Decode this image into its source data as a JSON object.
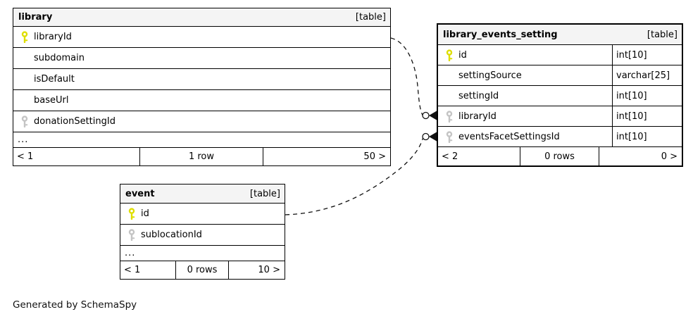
{
  "diagram": {
    "generator_note": "Generated by SchemaSpy"
  },
  "colors": {
    "primary_key_icon": "#dede00",
    "foreign_key_icon": "#c4c4c4",
    "header_background": "#f4f4f4",
    "border": "#000000",
    "relationship_line": "#111111"
  },
  "tables": {
    "library": {
      "title": "library",
      "tag": "[table]",
      "columns": [
        {
          "name": "libraryId",
          "key": "primary"
        },
        {
          "name": "subdomain",
          "key": null
        },
        {
          "name": "isDefault",
          "key": null
        },
        {
          "name": "baseUrl",
          "key": null
        },
        {
          "name": "donationSettingId",
          "key": "foreign"
        }
      ],
      "ellipsis": "...",
      "footer": {
        "left": "< 1",
        "center": "1 row",
        "right": "50 >"
      }
    },
    "library_events_setting": {
      "title": "library_events_setting",
      "tag": "[table]",
      "columns": [
        {
          "name": "id",
          "type": "int[10]",
          "key": "primary"
        },
        {
          "name": "settingSource",
          "type": "varchar[25]",
          "key": null
        },
        {
          "name": "settingId",
          "type": "int[10]",
          "key": null
        },
        {
          "name": "libraryId",
          "type": "int[10]",
          "key": "foreign"
        },
        {
          "name": "eventsFacetSettingsId",
          "type": "int[10]",
          "key": "foreign"
        }
      ],
      "footer": {
        "left": "< 2",
        "center": "0 rows",
        "right": "0 >"
      }
    },
    "event": {
      "title": "event",
      "tag": "[table]",
      "columns": [
        {
          "name": "id",
          "key": "primary"
        },
        {
          "name": "sublocationId",
          "key": "foreign"
        }
      ],
      "ellipsis": "...",
      "footer": {
        "left": "< 1",
        "center": "0 rows",
        "right": "10 >"
      }
    }
  },
  "relationships": [
    {
      "from_table": "library",
      "from_column": "libraryId",
      "to_table": "library_events_setting",
      "to_column": "libraryId",
      "line_style": "dashed",
      "end_marker": "zero-or-many"
    },
    {
      "from_table": "event",
      "from_column": "id",
      "to_table": "library_events_setting",
      "to_column": "eventsFacetSettingsId",
      "line_style": "dashed",
      "end_marker": "zero-or-many"
    }
  ]
}
